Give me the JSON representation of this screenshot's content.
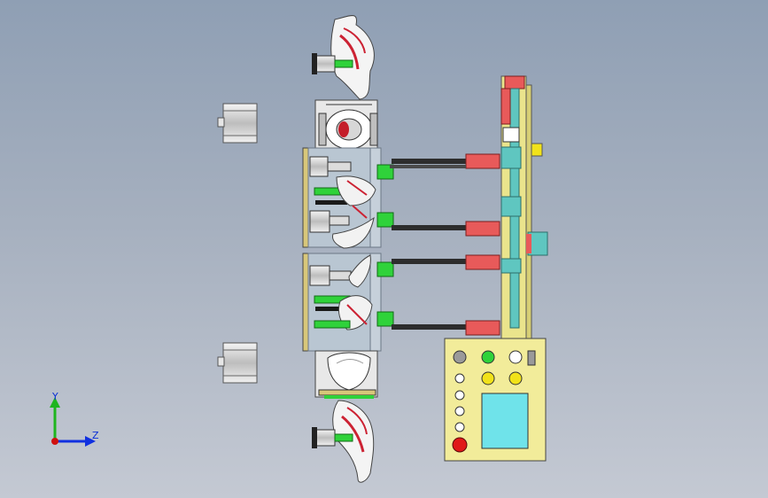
{
  "viewport": {
    "background_top": "#8f9fb4",
    "background_bottom": "#c4c9d3"
  },
  "triad": {
    "y_label": "Y",
    "z_label": "Z",
    "y_color": "#1fb51f",
    "z_color": "#1030e0",
    "origin_color": "#d01010"
  },
  "model": {
    "name": "fixture-assembly",
    "colors": {
      "control_box": "#f2ec9a",
      "screen": "#6fe3ea",
      "cylinder_body": "#e85a5a",
      "rail_teal": "#5fc6c0",
      "rail_yellow": "#eae48c",
      "clamp_green": "#2fd23a",
      "rod_dark": "#2d2d2d"
    },
    "control_panel": {
      "buttons": [
        {
          "name": "gray-button",
          "color": "#9a9a9a"
        },
        {
          "name": "green-button",
          "color": "#2fd23a"
        },
        {
          "name": "white-button-top",
          "color": "#ffffff"
        },
        {
          "name": "yellow-button-1",
          "color": "#f1e21a"
        },
        {
          "name": "yellow-button-2",
          "color": "#f1e21a"
        },
        {
          "name": "white-button-1",
          "color": "#ffffff"
        },
        {
          "name": "white-button-2",
          "color": "#ffffff"
        },
        {
          "name": "white-button-3",
          "color": "#ffffff"
        },
        {
          "name": "white-button-4",
          "color": "#ffffff"
        },
        {
          "name": "emergency-stop-button",
          "color": "#e01818"
        }
      ]
    }
  }
}
